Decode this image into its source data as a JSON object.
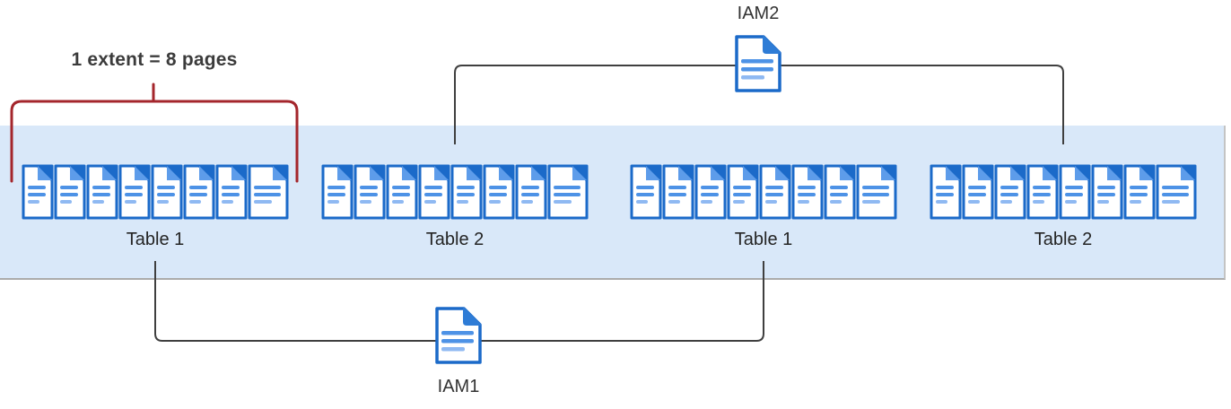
{
  "annotation": {
    "extent_label": "1 extent = 8 pages"
  },
  "band": {
    "groups": [
      {
        "label": "Table 1",
        "pages": 8
      },
      {
        "label": "Table 2",
        "pages": 8
      },
      {
        "label": "Table 1",
        "pages": 8
      },
      {
        "label": "Table 2",
        "pages": 8
      }
    ]
  },
  "iam": [
    {
      "label": "IAM2",
      "links_to": [
        "Table 2",
        "Table 2"
      ],
      "position": "top"
    },
    {
      "label": "IAM1",
      "links_to": [
        "Table 1",
        "Table 1"
      ],
      "position": "bottom"
    }
  ],
  "colors": {
    "band_bg": "#D9E8F9",
    "page_border": "#1B6AC9",
    "page_fold_light": "#5D9CEA",
    "page_stripe": "#4D92E6",
    "page_stripe_light": "#8FB9F2",
    "iam_fold": "#2E7CD6",
    "connector": "#3F3F3F",
    "bracket_red": "#A4262C"
  }
}
